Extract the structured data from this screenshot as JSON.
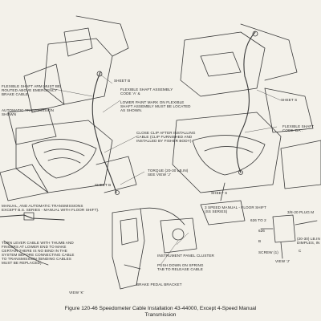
{
  "labels": {
    "sheet_b_top": "SHEET B",
    "sheet_s_right": "SHEET S",
    "flex_shaft_assy_top": "FLEXIBLE SHAFT ASSEMBLY\nCODE 'A' &",
    "lower_paint_mark": "LOWER PAINT MARK ON FLEXIBLE\nSHAFT ASSEMBLY MUST BE LOCATED\nAS SHOWN.",
    "flex_shaft_left": "FLEXIBLE SHAFT ARM MUST BE\nROUTED ABOVE EMERGENCY\nBRAKE CABLE.",
    "auto_trans": "AUTOMATIC TRANSMISSION\nSHOWN",
    "close_clip": "CLOSE CLIP AFTER INSTALLING\nCABLE (CLIP FURNISHED AND\nINSTALLED BY FISHER BODY).",
    "flex_shaft_right": "FLEXIBLE SHAFT\nCODE 'DA'.",
    "torque": "TORQUE (20-30 LB.IN)\nSEE VIEW 'J'",
    "sheet_b_mid": "SHEET B",
    "sheet_s_mid": "SHEET S",
    "manual_auto": "MANUAL, AND AUTOMATIC TRANSMISSIONS\nEXCEPT B.S. SERIES - MANUAL WITH FLOOR SHIFT).",
    "three_speed": "3 SPEED MANUAL - FLOOR SHIFT\n(SS SERIES)",
    "bolt_top": "3/8-20 PLUG  M",
    "screw_1": "SCREW (1)",
    "view_j": "VIEW 'J'",
    "dimples": "(20-30) LB.IN\nDIMPLES, IN",
    "turn_lever": "TURN LEVER CABLE WITH THUMB AND\nFINGERS AT LOWER END TO MAKE\nCERTAIN THERE IS NO BIND IN THE\nSYSTEM BEFORE CONNECTING CABLE\nTO TRANSMISSION (BINDING CABLES\nMUST BE REPLACED).",
    "instrument_panel": "INSTRUMENT PANEL CLUSTER",
    "push_down": "PUSH DOWN ON SPRING\nTAB TO RELEASE CABLE",
    "brake_pedal": "BRAKE PEDAL BRACKET",
    "view_k": "VIEW 'K'",
    "ref_626": "626 TO 2",
    "ref_626b": "626",
    "ref_b": "B",
    "ref_c": "C"
  },
  "caption": {
    "line1": "Figure 120-46 Speedometer Cable Installation 43-44000, Except 4-Speed Manual",
    "line2": "Transmission"
  }
}
